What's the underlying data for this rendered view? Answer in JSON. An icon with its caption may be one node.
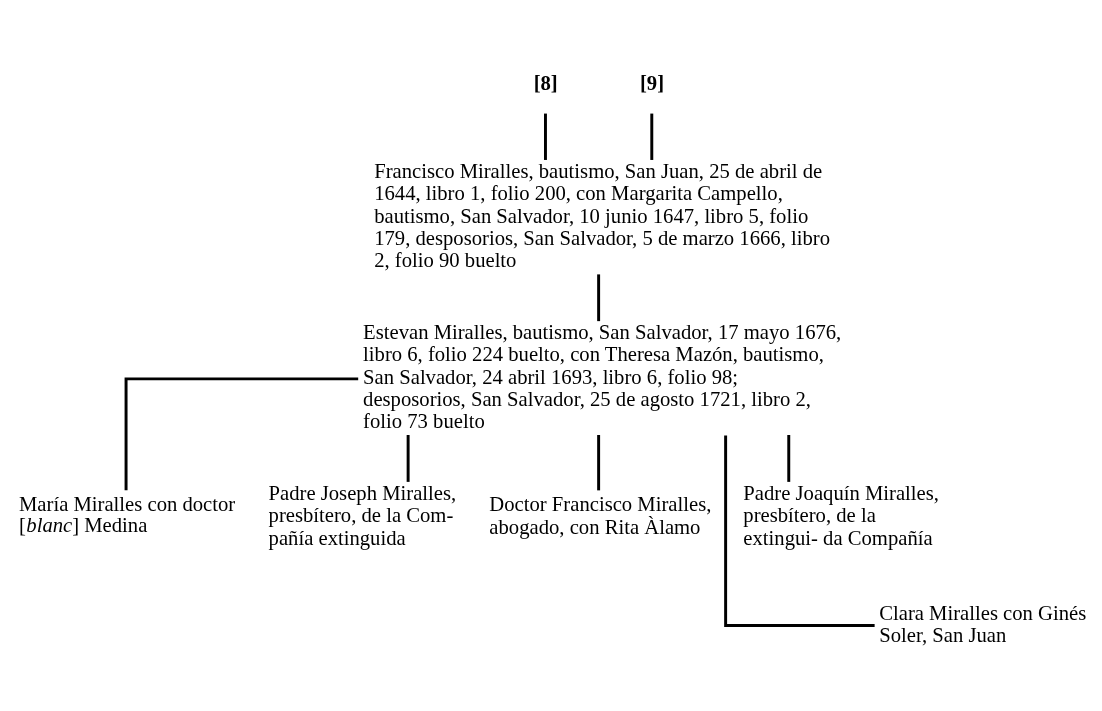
{
  "diagram": {
    "nodes": [
      {
        "text": [
          "[8]"
        ]
      },
      {
        "text": [
          "[9]"
        ]
      },
      {
        "text": [
          "Francisco Miralles, bautismo, San Juan, 25 de abril de 1644, libro 1, folio 200, con Margarita Campello, bautismo, San Salvador, 10 junio 1647, libro 5, folio 179, desposorios, San Salvador, 5 de marzo 1666, libro 2, folio 90 buelto"
        ]
      },
      {
        "text": [
          "Estevan Miralles, bautismo, San Salvador, 17 mayo 1676, libro 6, folio 224 buelto, con Theresa Mazón, bautismo, San Salvador, 24 abril 1693, libro 6, folio 98; desposorios, San Salvador, 25 de agosto 1721, libro 2, folio 73 buelto"
        ]
      },
      {
        "text": [
          "María Miralles con doctor [*blanc*] Medina"
        ]
      },
      {
        "text": [
          "Padre Joseph Miralles, presbítero, de la Com- pañía extinguida"
        ]
      },
      {
        "text": [
          "Doctor Francisco Miralles, abogado, con Rita Àlamo"
        ]
      },
      {
        "text": [
          "Padre Joaquín Miralles, presbítero, de la extingui- da Compañía"
        ]
      },
      {
        "text": [
          "Clara Miralles con Ginés Soler, San Juan"
        ]
      }
    ],
    "edges": [
      {
        "from": 0,
        "to": 2,
        "arrow": "none"
      },
      {
        "from": 1,
        "to": 2,
        "arrow": "none"
      },
      {
        "from": 2,
        "to": 3,
        "arrow": "none"
      },
      {
        "from": 3,
        "to": 4,
        "arrow": "none"
      },
      {
        "from": 3,
        "to": 5,
        "arrow": "none"
      },
      {
        "from": 3,
        "to": 6,
        "arrow": "none"
      },
      {
        "from": 3,
        "to": 7,
        "arrow": "none"
      },
      {
        "from": 3,
        "to": 8,
        "arrow": "none"
      }
    ]
  }
}
